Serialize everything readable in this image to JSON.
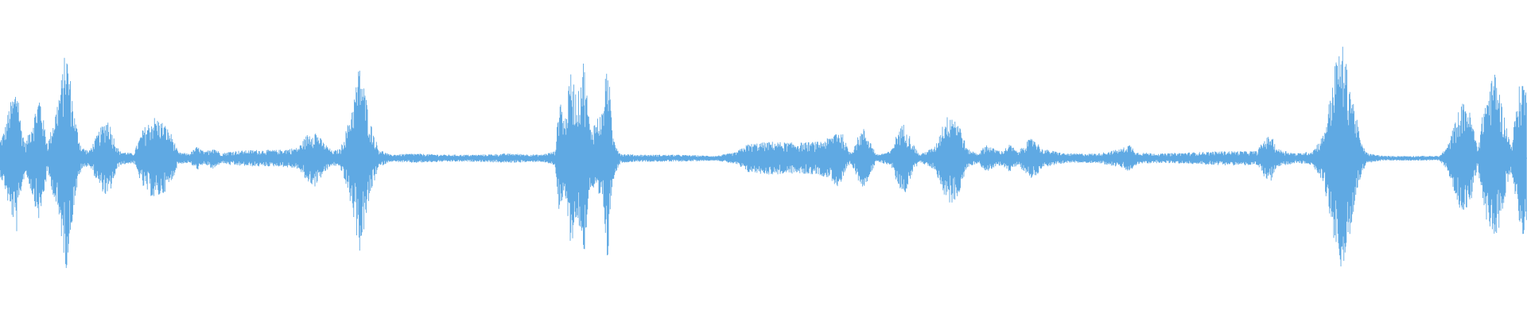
{
  "waveform": {
    "color": "#5fa9e3",
    "background": "#ffffff",
    "envelope": [
      [
        0,
        0.15
      ],
      [
        6,
        0.25
      ],
      [
        12,
        0.45
      ],
      [
        18,
        0.55
      ],
      [
        22,
        0.65
      ],
      [
        26,
        0.3
      ],
      [
        32,
        0.12
      ],
      [
        40,
        0.3
      ],
      [
        46,
        0.45
      ],
      [
        50,
        0.55
      ],
      [
        54,
        0.35
      ],
      [
        60,
        0.12
      ],
      [
        70,
        0.4
      ],
      [
        78,
        0.7
      ],
      [
        83,
        0.95
      ],
      [
        88,
        0.7
      ],
      [
        94,
        0.35
      ],
      [
        102,
        0.1
      ],
      [
        112,
        0.06
      ],
      [
        126,
        0.25
      ],
      [
        136,
        0.35
      ],
      [
        142,
        0.2
      ],
      [
        150,
        0.06
      ],
      [
        168,
        0.04
      ],
      [
        180,
        0.25
      ],
      [
        194,
        0.35
      ],
      [
        206,
        0.3
      ],
      [
        216,
        0.2
      ],
      [
        224,
        0.05
      ],
      [
        238,
        0.04
      ],
      [
        248,
        0.1
      ],
      [
        258,
        0.05
      ],
      [
        268,
        0.1
      ],
      [
        278,
        0.04
      ],
      [
        290,
        0.06
      ],
      [
        320,
        0.07
      ],
      [
        350,
        0.07
      ],
      [
        375,
        0.09
      ],
      [
        386,
        0.2
      ],
      [
        396,
        0.24
      ],
      [
        406,
        0.14
      ],
      [
        418,
        0.06
      ],
      [
        428,
        0.08
      ],
      [
        438,
        0.3
      ],
      [
        446,
        0.55
      ],
      [
        452,
        0.8
      ],
      [
        458,
        0.6
      ],
      [
        466,
        0.3
      ],
      [
        476,
        0.08
      ],
      [
        490,
        0.03
      ],
      [
        520,
        0.04
      ],
      [
        560,
        0.03
      ],
      [
        600,
        0.03
      ],
      [
        640,
        0.04
      ],
      [
        680,
        0.03
      ],
      [
        698,
        0.06
      ],
      [
        704,
        0.55
      ],
      [
        710,
        0.3
      ],
      [
        718,
        0.75
      ],
      [
        726,
        0.5
      ],
      [
        734,
        0.85
      ],
      [
        742,
        0.25
      ],
      [
        752,
        0.35
      ],
      [
        758,
        0.4
      ],
      [
        764,
        0.9
      ],
      [
        770,
        0.2
      ],
      [
        780,
        0.04
      ],
      [
        800,
        0.03
      ],
      [
        850,
        0.03
      ],
      [
        900,
        0.02
      ],
      [
        925,
        0.05
      ],
      [
        940,
        0.12
      ],
      [
        970,
        0.14
      ],
      [
        1000,
        0.13
      ],
      [
        1030,
        0.14
      ],
      [
        1045,
        0.18
      ],
      [
        1052,
        0.25
      ],
      [
        1060,
        0.2
      ],
      [
        1066,
        0.08
      ],
      [
        1070,
        0.05
      ],
      [
        1080,
        0.2
      ],
      [
        1086,
        0.25
      ],
      [
        1094,
        0.15
      ],
      [
        1102,
        0.03
      ],
      [
        1120,
        0.06
      ],
      [
        1130,
        0.25
      ],
      [
        1138,
        0.3
      ],
      [
        1146,
        0.15
      ],
      [
        1156,
        0.03
      ],
      [
        1176,
        0.1
      ],
      [
        1186,
        0.3
      ],
      [
        1196,
        0.4
      ],
      [
        1206,
        0.3
      ],
      [
        1216,
        0.08
      ],
      [
        1230,
        0.04
      ],
      [
        1240,
        0.12
      ],
      [
        1250,
        0.08
      ],
      [
        1260,
        0.06
      ],
      [
        1270,
        0.12
      ],
      [
        1280,
        0.05
      ],
      [
        1290,
        0.14
      ],
      [
        1300,
        0.18
      ],
      [
        1310,
        0.08
      ],
      [
        1340,
        0.04
      ],
      [
        1380,
        0.04
      ],
      [
        1410,
        0.08
      ],
      [
        1420,
        0.12
      ],
      [
        1430,
        0.05
      ],
      [
        1460,
        0.04
      ],
      [
        1500,
        0.05
      ],
      [
        1540,
        0.06
      ],
      [
        1580,
        0.06
      ],
      [
        1590,
        0.16
      ],
      [
        1598,
        0.2
      ],
      [
        1606,
        0.08
      ],
      [
        1630,
        0.04
      ],
      [
        1650,
        0.06
      ],
      [
        1664,
        0.2
      ],
      [
        1672,
        0.5
      ],
      [
        1680,
        0.85
      ],
      [
        1688,
        0.95
      ],
      [
        1696,
        0.7
      ],
      [
        1704,
        0.4
      ],
      [
        1712,
        0.12
      ],
      [
        1720,
        0.04
      ],
      [
        1740,
        0.02
      ],
      [
        1780,
        0.02
      ],
      [
        1810,
        0.02
      ],
      [
        1820,
        0.1
      ],
      [
        1834,
        0.4
      ],
      [
        1842,
        0.5
      ],
      [
        1850,
        0.35
      ],
      [
        1858,
        0.08
      ],
      [
        1866,
        0.45
      ],
      [
        1880,
        0.75
      ],
      [
        1890,
        0.4
      ],
      [
        1900,
        0.1
      ],
      [
        1910,
        0.6
      ],
      [
        1916,
        0.7
      ],
      [
        1920,
        0.5
      ]
    ]
  }
}
